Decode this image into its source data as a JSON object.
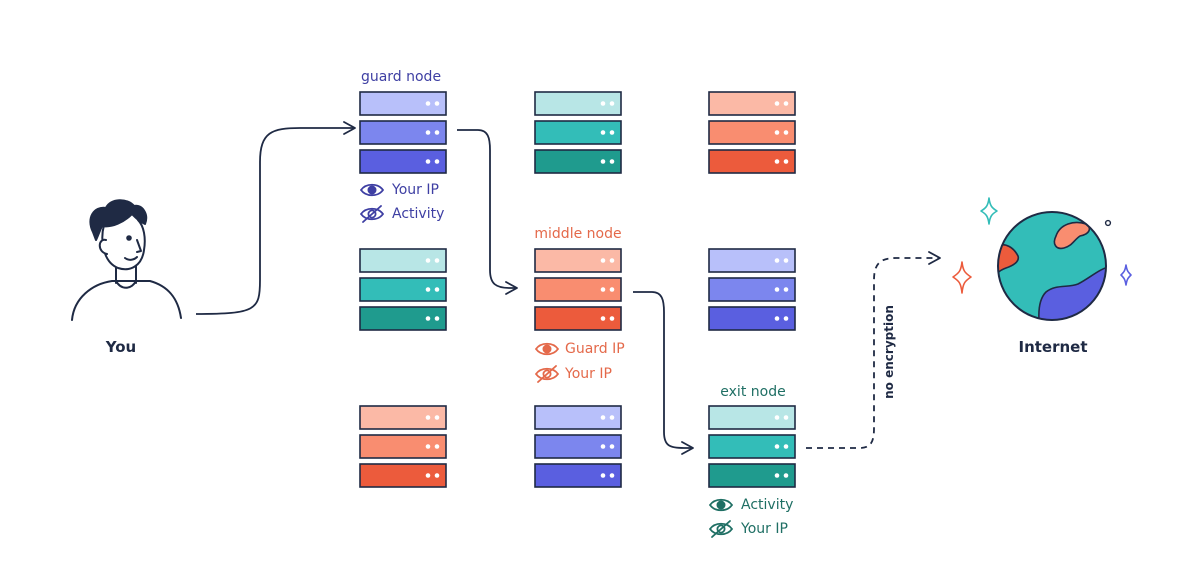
{
  "palette": {
    "ink": "#1f2a44",
    "purple": [
      "#b8c0fa",
      "#7c86ee",
      "#5a5fe0"
    ],
    "teal": [
      "#b8e6e6",
      "#33bdb8",
      "#1f9b8e"
    ],
    "coral": [
      "#fbb9a6",
      "#f98d70",
      "#ec5b3c"
    ],
    "guard_text": "#3e3fa3",
    "middle_text": "#e4694a",
    "exit_text": "#1f6f64"
  },
  "user": {
    "label": "You"
  },
  "internet": {
    "label": "Internet"
  },
  "connection": {
    "label": "no encryption"
  },
  "guard": {
    "title": "guard node",
    "legend": [
      {
        "icon": "eye-icon",
        "text": "Your IP"
      },
      {
        "icon": "eye-slash-icon",
        "text": "Activity"
      }
    ]
  },
  "middle": {
    "title": "middle node",
    "legend": [
      {
        "icon": "eye-icon",
        "text": "Guard IP"
      },
      {
        "icon": "eye-slash-icon",
        "text": "Your IP"
      }
    ]
  },
  "exit": {
    "title": "exit node",
    "legend": [
      {
        "icon": "eye-icon",
        "text": "Activity"
      },
      {
        "icon": "eye-slash-icon",
        "text": "Your IP"
      }
    ]
  }
}
